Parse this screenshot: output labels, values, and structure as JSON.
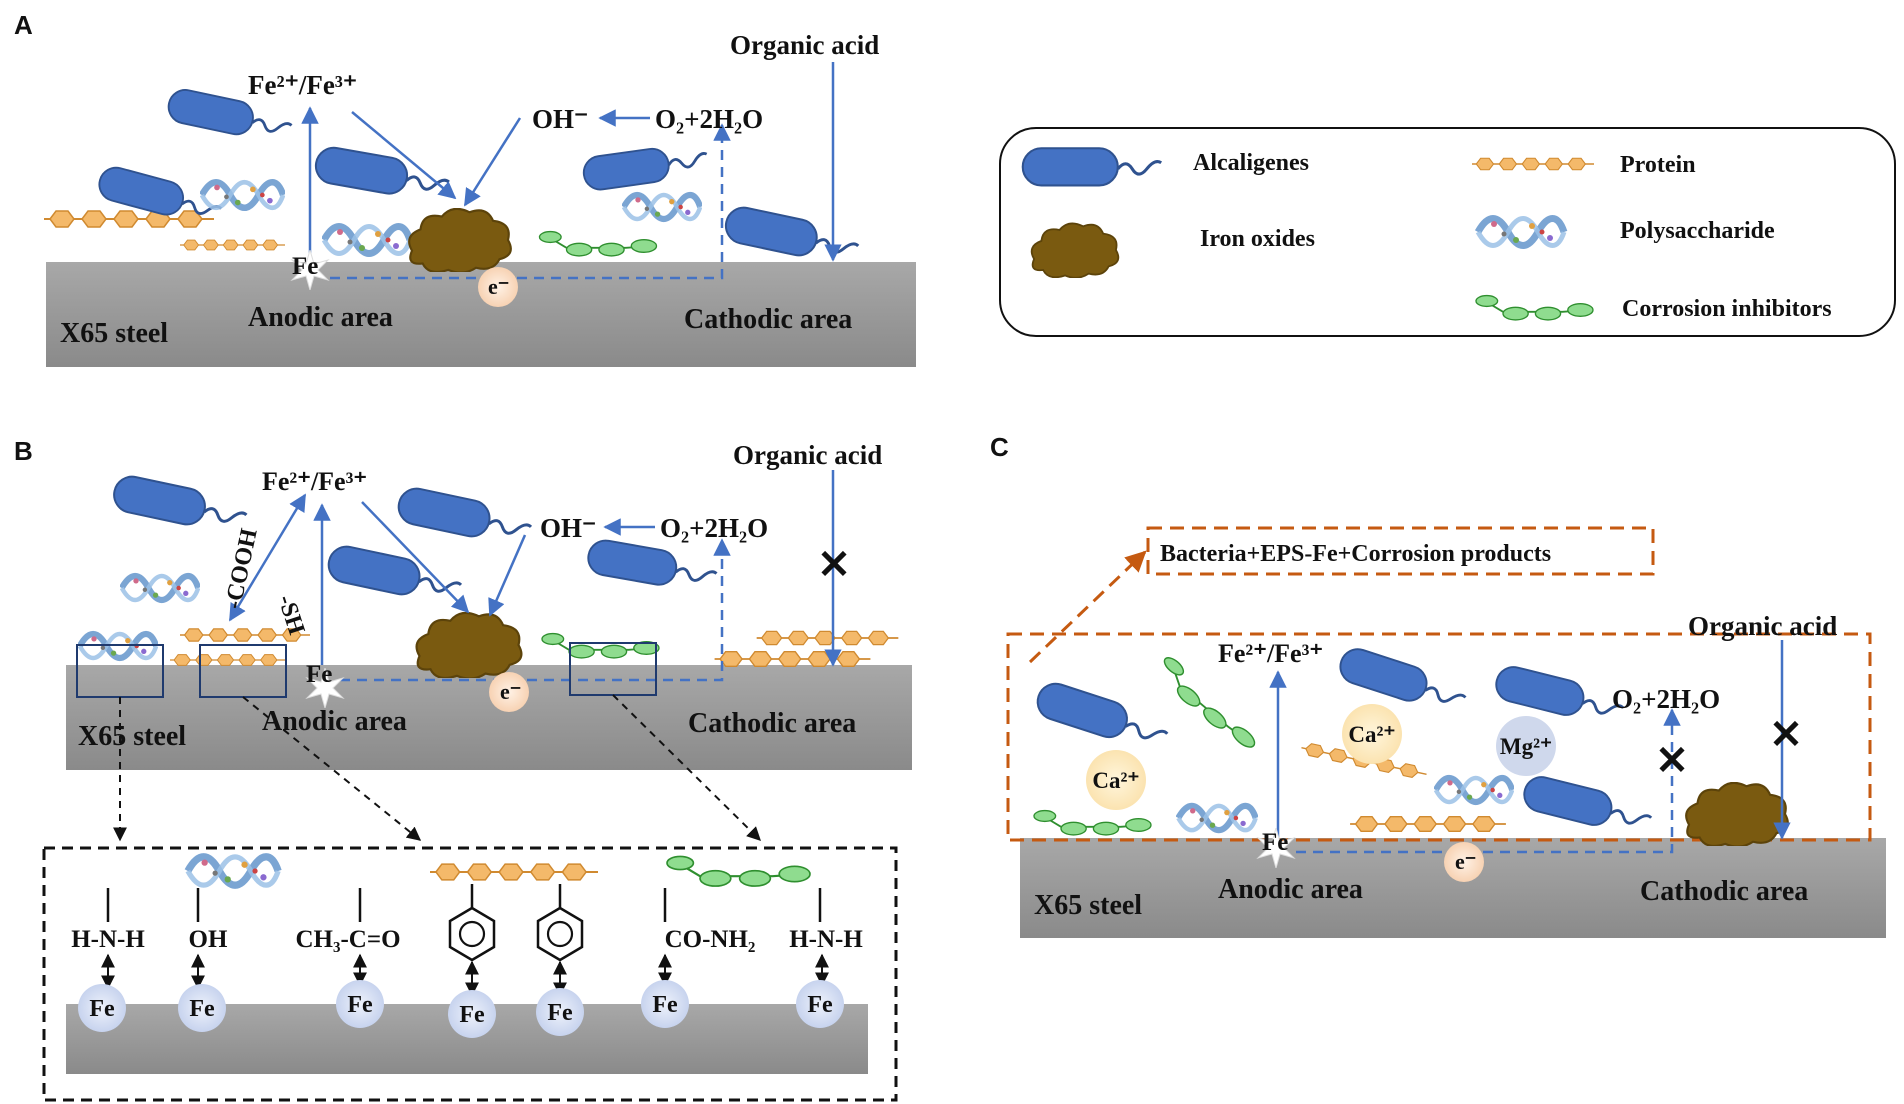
{
  "panels": {
    "a": "A",
    "b": "B",
    "c": "C"
  },
  "labels": {
    "iron_ions": "Fe²⁺/Fe³⁺",
    "organic_acid": "Organic acid",
    "hydroxide": "OH⁻",
    "oxygen_water": "O₂+2H₂O",
    "fe": "Fe",
    "electron": "e⁻",
    "steel": "X65 steel",
    "anodic": "Anodic area",
    "cathodic": "Cathodic area",
    "cooh": "-COOH",
    "sh": "-SH",
    "ca": "Ca²⁺",
    "mg": "Mg²⁺",
    "block_mark": "✕",
    "biofilm_box": "Bacteria+EPS-Fe+Corrosion products"
  },
  "legend": {
    "alcaligenes": "Alcaligenes",
    "protein": "Protein",
    "iron_oxides": "Iron oxides",
    "polysaccharide": "Polysaccharide",
    "inhibitors": "Corrosion inhibitors"
  },
  "detail": {
    "groups": [
      "H-N-H",
      "OH",
      "CH₃-C=O",
      "CO-NH₂",
      "H-N-H"
    ],
    "fe": "Fe"
  },
  "colors": {
    "bacteria": "#4472c4",
    "steel": "#9a9a9a",
    "iron_oxide": "#7a5a10",
    "protein": "#f4b96a",
    "inhibitor": "#6cc46c",
    "arrow": "#4472c4",
    "biofilm_frame": "#c55a11"
  }
}
